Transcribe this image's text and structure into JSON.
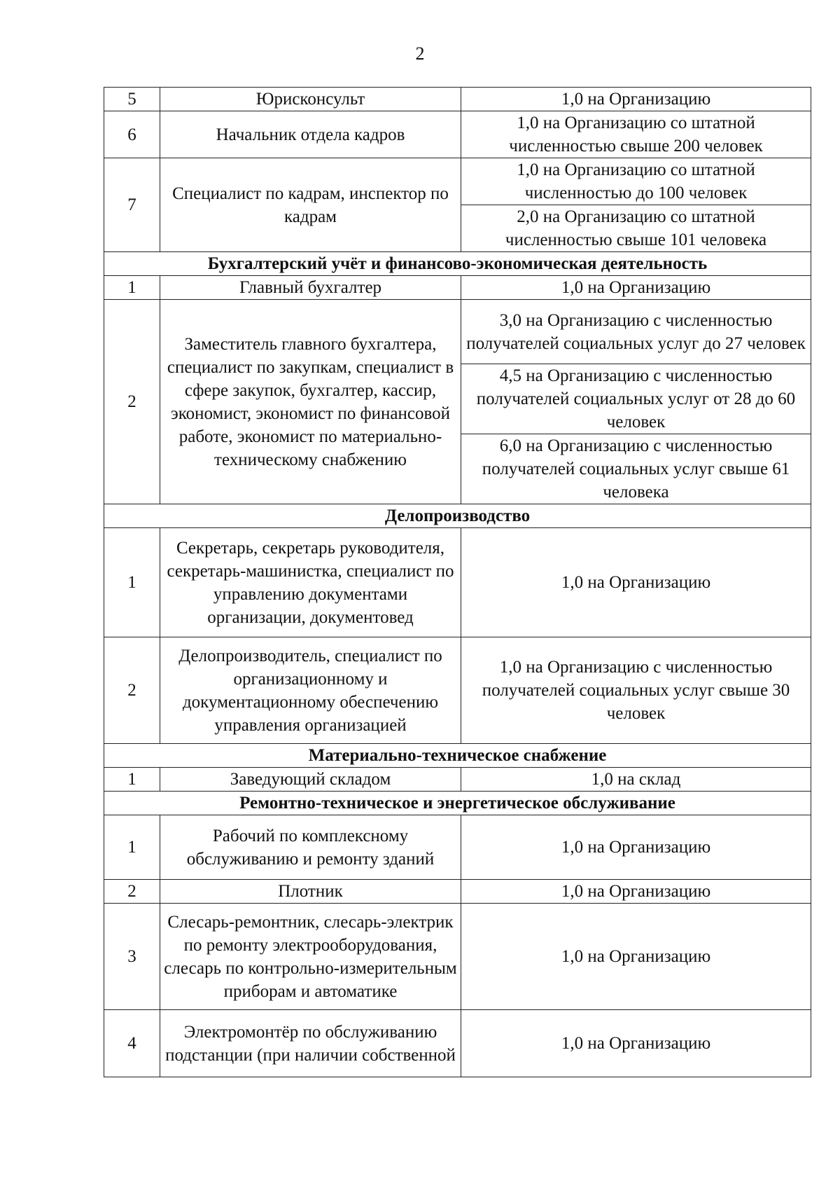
{
  "page_number": "2",
  "table": {
    "groups": [
      {
        "section": null,
        "rows": [
          {
            "num": "5",
            "position": "Юрисконсульт",
            "norms": [
              "1,0 на Организацию"
            ]
          },
          {
            "num": "6",
            "position": "Начальник отдела кадров",
            "norms": [
              "1,0 на Организацию со штатной численностью свыше 200 человек"
            ]
          },
          {
            "num": "7",
            "position": "Специалист по кадрам, инспектор по кадрам",
            "norms": [
              "1,0 на Организацию со штатной численностью до 100 человек",
              "2,0 на Организацию со штатной численностью свыше 101 человека"
            ]
          }
        ]
      },
      {
        "section": "Бухгалтерский учёт и финансово-экономическая деятельность",
        "rows": [
          {
            "num": "1",
            "position": "Главный бухгалтер",
            "norms": [
              "1,0 на Организацию"
            ]
          },
          {
            "num": "2",
            "position": "Заместитель главного бухгалтера, специалист по закупкам, специалист в сфере закупок, бухгалтер, кассир, экономист, экономист по финансовой работе, экономист по материально-техническому снабжению",
            "norms": [
              "3,0 на Организацию с численностью получателей социальных услуг до 27 человек",
              "4,5 на Организацию с численностью получателей социальных услуг от 28 до 60 человек",
              "6,0 на Организацию с численностью получателей социальных услуг свыше 61 человека"
            ]
          }
        ]
      },
      {
        "section": "Делопроизводство",
        "rows": [
          {
            "num": "1",
            "position": "Секретарь, секретарь руководителя, секретарь-машинистка, специалист по управлению документами организации, документовед",
            "norms": [
              "1,0 на Организацию"
            ]
          },
          {
            "num": "2",
            "position": "Делопроизводитель, специалист по организационному и документационному обеспечению управления организацией",
            "norms": [
              "1,0 на Организацию с численностью получателей социальных услуг свыше 30 человек"
            ]
          }
        ]
      },
      {
        "section": "Материально-техническое снабжение",
        "rows": [
          {
            "num": "1",
            "position": "Заведующий складом",
            "norms": [
              "1,0 на склад"
            ]
          }
        ]
      },
      {
        "section": "Ремонтно-техническое и энергетическое обслуживание",
        "rows": [
          {
            "num": "1",
            "position": "Рабочий по комплексному обслуживанию и ремонту зданий",
            "norms": [
              "1,0 на Организацию"
            ]
          },
          {
            "num": "2",
            "position": "Плотник",
            "norms": [
              "1,0 на Организацию"
            ]
          },
          {
            "num": "3",
            "position": "Слесарь-ремонтник, слесарь-электрик по ремонту электрооборудования, слесарь по контрольно-измерительным приборам и автоматике",
            "norms": [
              "1,0 на Организацию"
            ]
          },
          {
            "num": "4",
            "position": "Электромонтёр по обслуживанию подстанции (при наличии собственной",
            "norms": [
              "1,0 на Организацию"
            ]
          }
        ]
      }
    ]
  }
}
